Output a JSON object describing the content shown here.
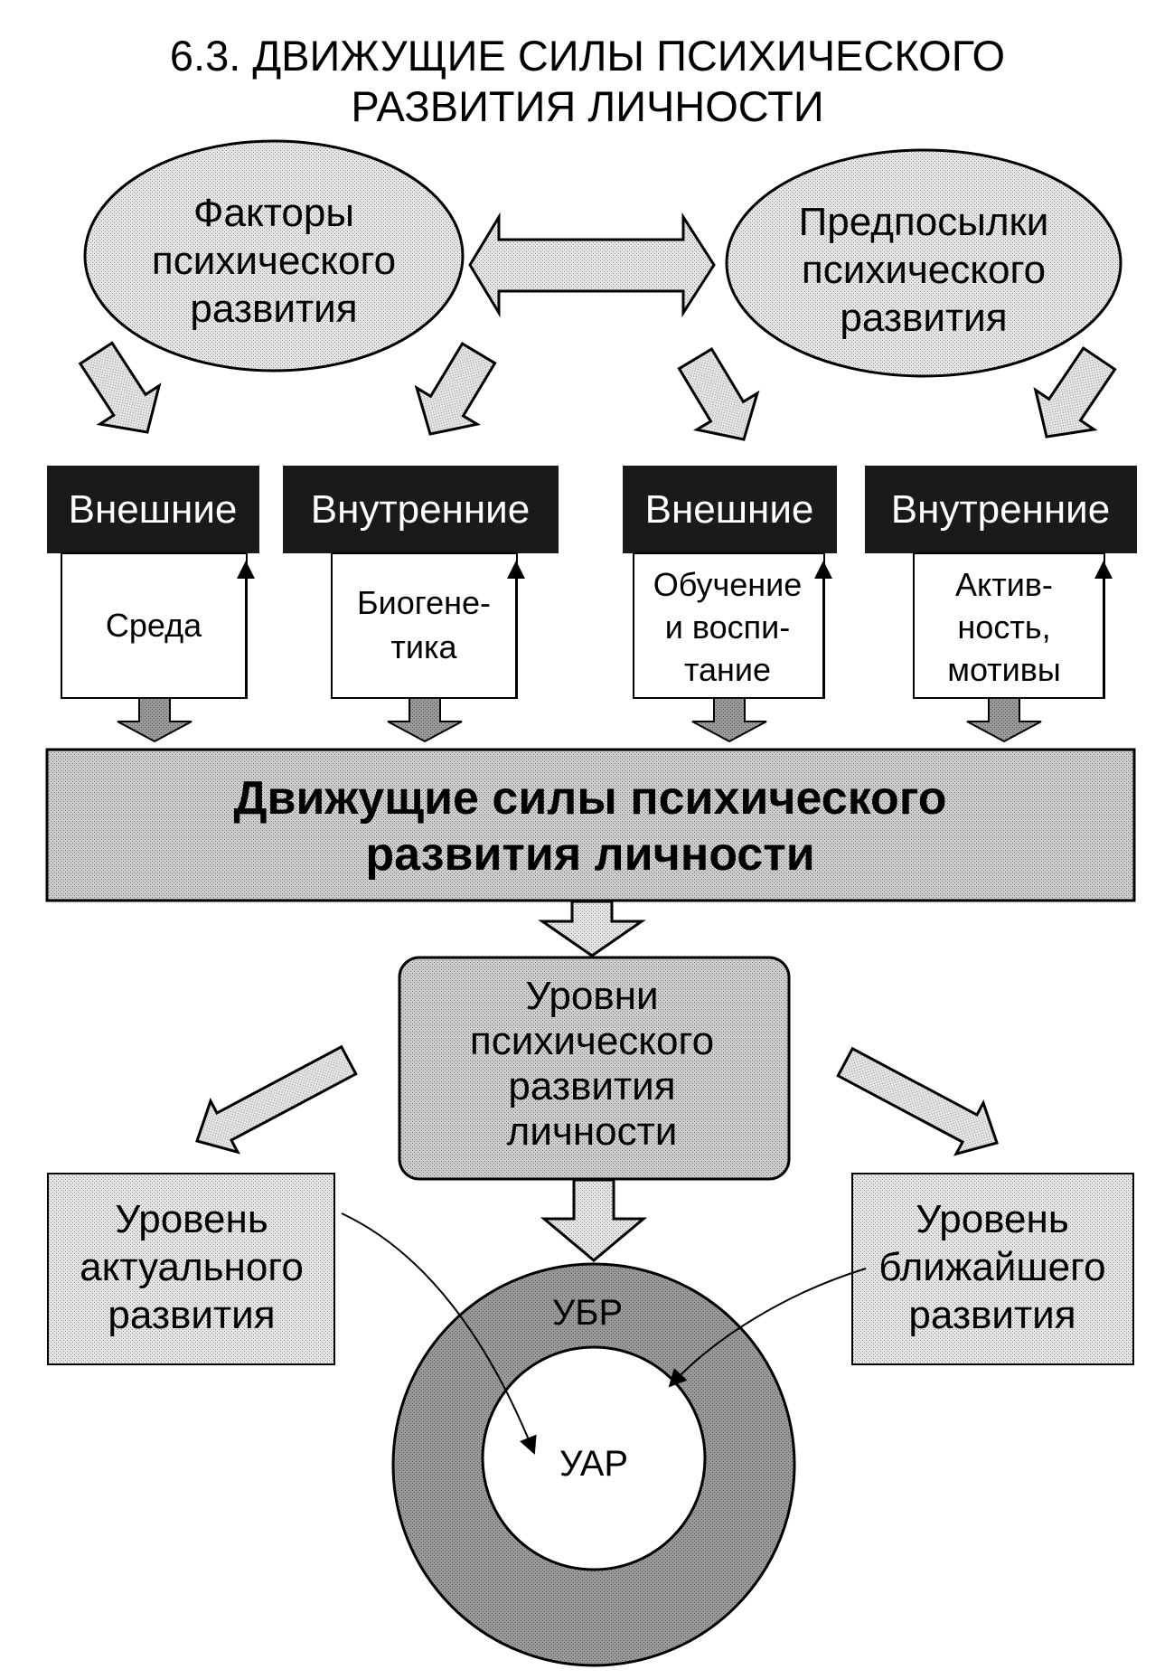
{
  "title": {
    "line1": "6.3. ДВИЖУЩИЕ СИЛЫ ПСИХИЧЕСКОГО",
    "line2": "РАЗВИТИЯ ЛИЧНОСТИ"
  },
  "factors": {
    "line1": "Факторы",
    "line2": "психического",
    "line3": "развития"
  },
  "prerequisites": {
    "line1": "Предпосылки",
    "line2": "психического",
    "line3": "развития"
  },
  "columns": [
    {
      "header": "Внешние",
      "lines": [
        "Среда"
      ]
    },
    {
      "header": "Внутренние",
      "lines": [
        "Биогене-",
        "тика"
      ]
    },
    {
      "header": "Внешние",
      "lines": [
        "Обучение",
        "и воспи-",
        "тание"
      ]
    },
    {
      "header": "Внутренние",
      "lines": [
        "Актив-",
        "ность,",
        "мотивы"
      ]
    }
  ],
  "driving_forces": {
    "line1": "Движущие силы психического",
    "line2": "развития личности"
  },
  "levels": {
    "line1": "Уровни",
    "line2": "психического",
    "line3": "развития",
    "line4": "личности"
  },
  "actual_level": {
    "line1": "Уровень",
    "line2": "актуального",
    "line3": "развития"
  },
  "proximal_level": {
    "line1": "Уровень",
    "line2": "ближайшего",
    "line3": "развития"
  },
  "ring": {
    "outer_label": "УБР",
    "inner_label": "УАР"
  },
  "colors": {
    "box_dark": "#1a1a1a",
    "fill_gray": "#bdbdbd",
    "fill_light": "#dedede",
    "ring_gray": "#8f8f8f"
  }
}
